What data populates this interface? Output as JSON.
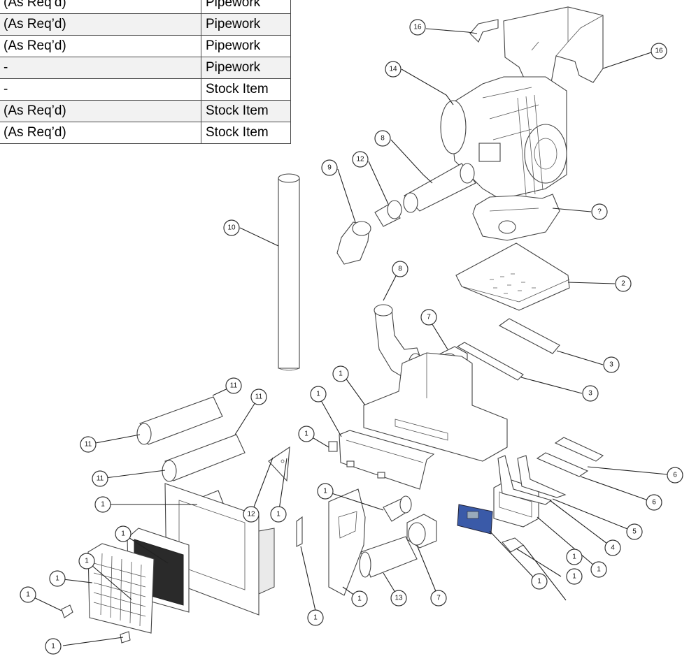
{
  "table": {
    "rows": [
      {
        "qty": "(As Req’d)",
        "category": "Pipework"
      },
      {
        "qty": "(As Req’d)",
        "category": "Pipework"
      },
      {
        "qty": "(As Req’d)",
        "category": "Pipework"
      },
      {
        "qty": "-",
        "category": "Pipework"
      },
      {
        "qty": "-",
        "category": "Stock Item"
      },
      {
        "qty": "(As Req’d)",
        "category": "Stock Item"
      },
      {
        "qty": "(As Req’d)",
        "category": "Stock Item"
      }
    ]
  },
  "callouts": [
    {
      "label": "16"
    },
    {
      "label": "16"
    },
    {
      "label": "14"
    },
    {
      "label": "8"
    },
    {
      "label": "12"
    },
    {
      "label": "9"
    },
    {
      "label": "?"
    },
    {
      "label": "10"
    },
    {
      "label": "2"
    },
    {
      "label": "8"
    },
    {
      "label": "7"
    },
    {
      "label": "3"
    },
    {
      "label": "3"
    },
    {
      "label": "1"
    },
    {
      "label": "1"
    },
    {
      "label": "11"
    },
    {
      "label": "11"
    },
    {
      "label": "11"
    },
    {
      "label": "11"
    },
    {
      "label": "6"
    },
    {
      "label": "6"
    },
    {
      "label": "5"
    },
    {
      "label": "4"
    },
    {
      "label": "1"
    },
    {
      "label": "1"
    },
    {
      "label": "1"
    },
    {
      "label": "1"
    },
    {
      "label": "1"
    },
    {
      "label": "12"
    },
    {
      "label": "1"
    },
    {
      "label": "1"
    },
    {
      "label": "1"
    },
    {
      "label": "1"
    },
    {
      "label": "1"
    },
    {
      "label": "13"
    },
    {
      "label": "7"
    },
    {
      "label": "1"
    },
    {
      "label": "1"
    },
    {
      "label": "1"
    },
    {
      "label": "1"
    },
    {
      "label": "1"
    }
  ]
}
